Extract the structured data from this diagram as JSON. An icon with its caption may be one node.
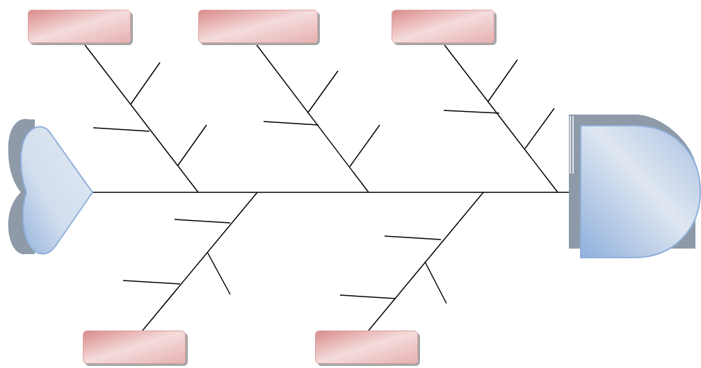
{
  "diagram": {
    "nodes": [
      {
        "text": [],
        "shape": "box"
      },
      {
        "text": [],
        "shape": "box"
      },
      {
        "text": [],
        "shape": "box"
      },
      {
        "text": [],
        "shape": "heart"
      },
      {
        "text": [],
        "shape": "semicircle"
      },
      {
        "text": [],
        "shape": "box"
      },
      {
        "text": [],
        "shape": "box"
      }
    ],
    "edges": [
      {
        "from": 3,
        "to": 4,
        "arrow": "none"
      },
      {
        "from": 0,
        "to": null,
        "arrow": "none"
      },
      {
        "from": 1,
        "to": null,
        "arrow": "none"
      },
      {
        "from": 2,
        "to": null,
        "arrow": "none"
      },
      {
        "from": 5,
        "to": null,
        "arrow": "none"
      },
      {
        "from": 6,
        "to": null,
        "arrow": "none"
      }
    ]
  }
}
